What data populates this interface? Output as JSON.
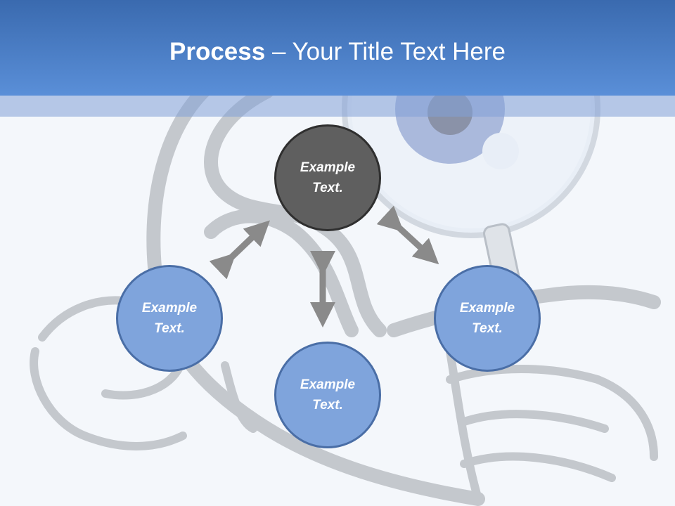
{
  "slide": {
    "title_bold": "Process",
    "title_rest": " – Your Title Text Here"
  },
  "nodes": [
    {
      "id": "top",
      "label": "Example Text.",
      "color": "#5f5f5f"
    },
    {
      "id": "left",
      "label": "Example Text.",
      "color": "#7fa4dc"
    },
    {
      "id": "bottom",
      "label": "Example Text.",
      "color": "#7fa4dc"
    },
    {
      "id": "right",
      "label": "Example Text.",
      "color": "#7fa4dc"
    }
  ],
  "icons": {
    "arrow": "double-headed-arrow",
    "background": "magnifying-glass-illustration"
  },
  "colors": {
    "header": "#4a7ec9",
    "arrow": "#8a8a8a",
    "background": "#f4f7fb"
  }
}
